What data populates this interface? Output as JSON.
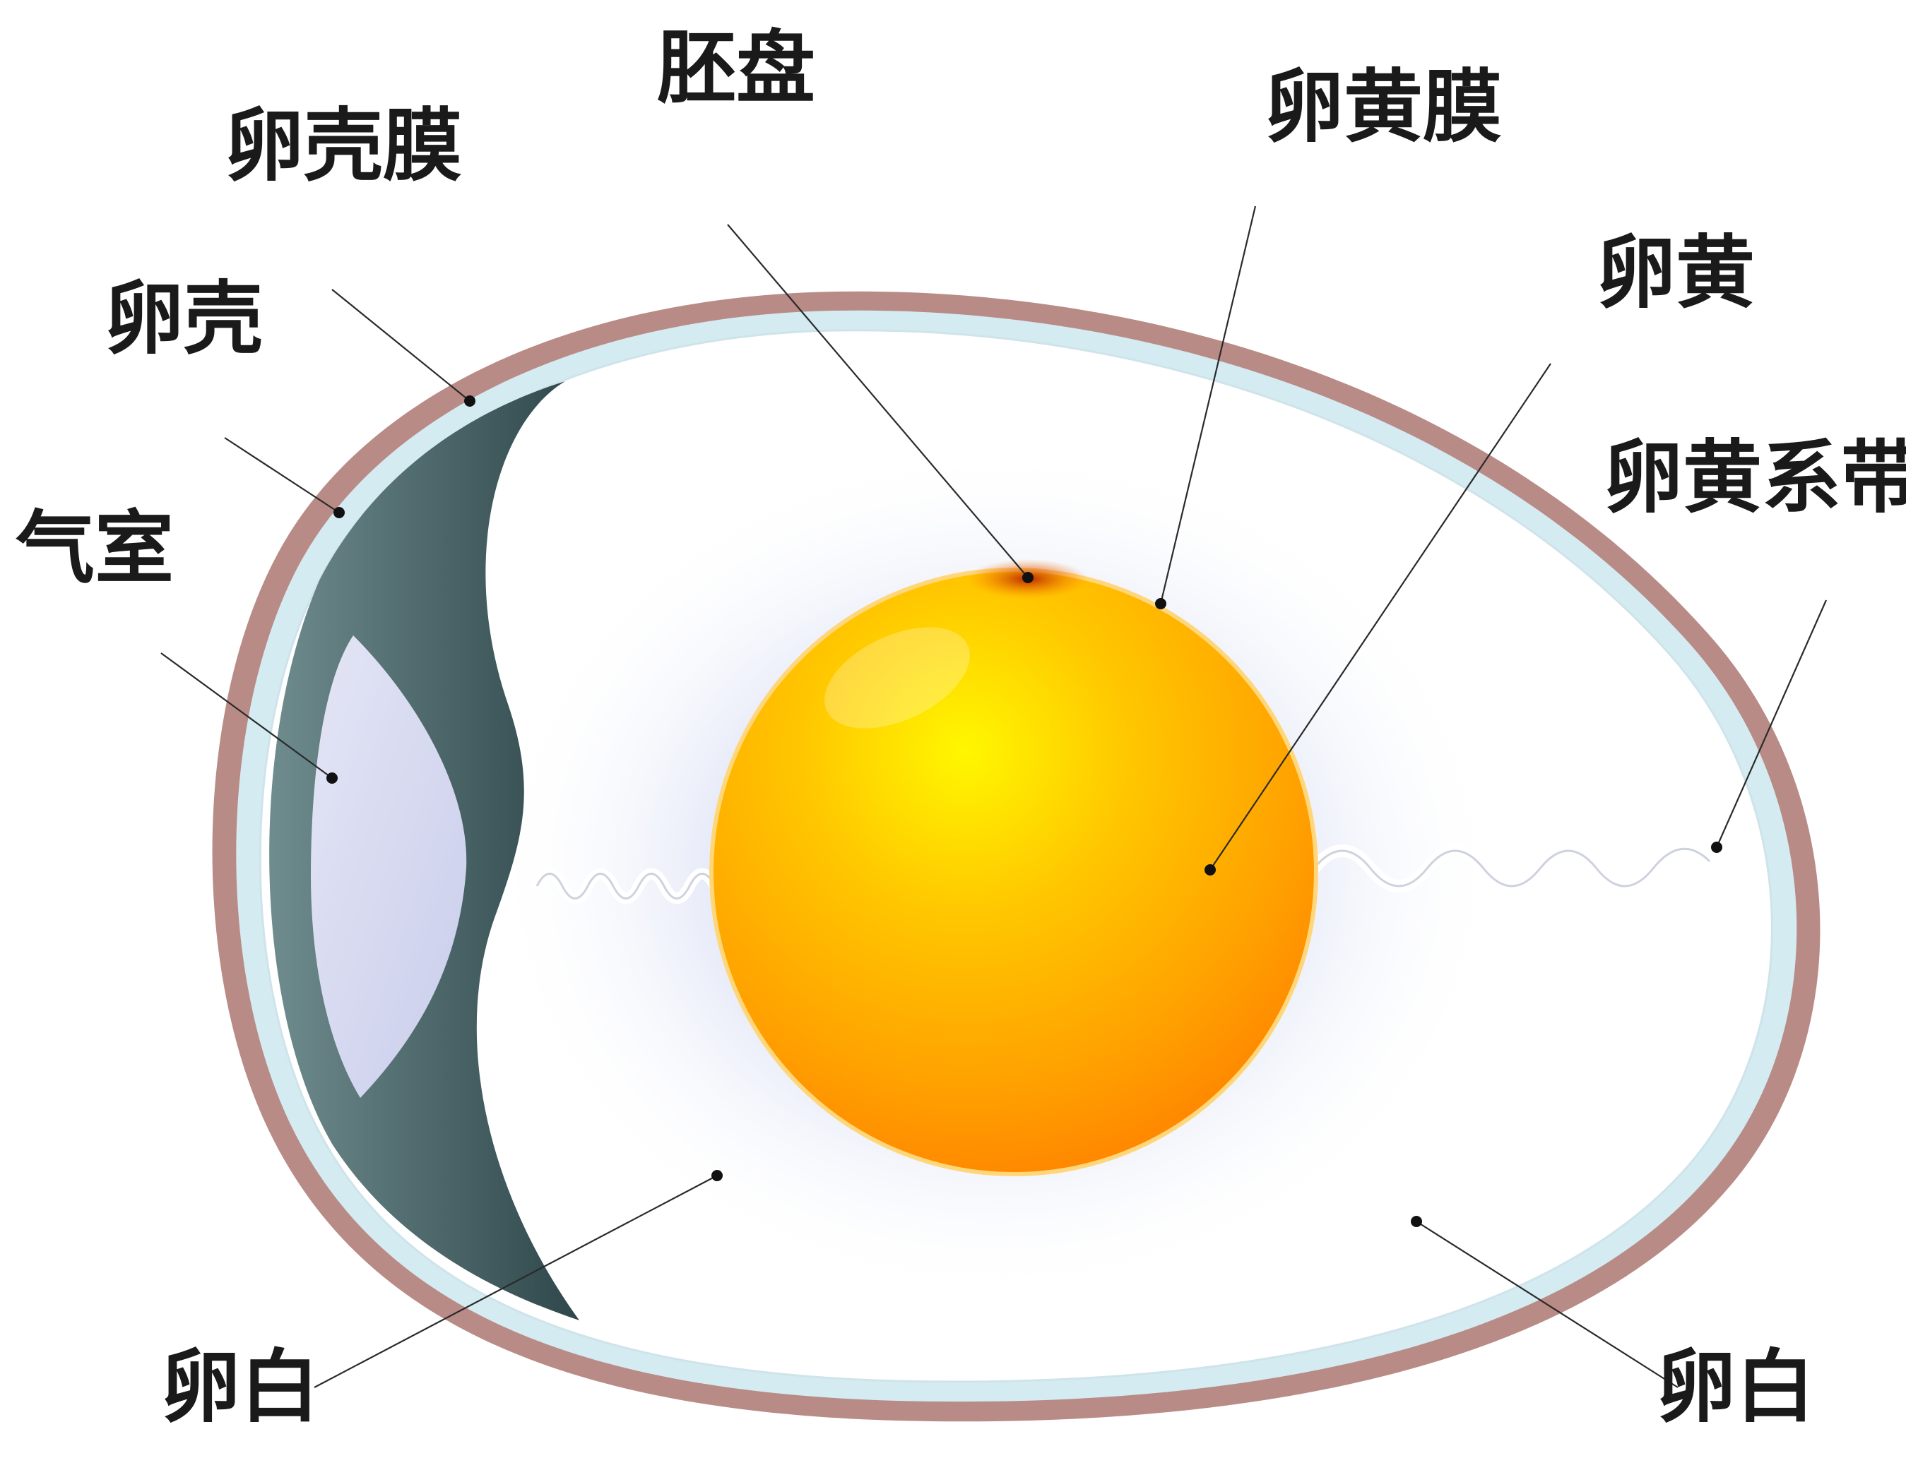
{
  "labels": {
    "embryo_disc": "胚盘",
    "vitelline_membrane": "卵黄膜",
    "shell_membrane": "卵壳膜",
    "yolk": "卵黄",
    "shell": "卵壳",
    "chalaza": "卵黄系带",
    "air_cell": "气室",
    "albumen_left": "卵白",
    "albumen_right": "卵白"
  },
  "colors": {
    "shell": "#b88a85",
    "shell_membrane": "#cfe8f0",
    "air_cell_wall": "#3f5b5f",
    "air_cell": "#d8dbf2",
    "yolk_light": "#fff200",
    "yolk_dark": "#ff8c00",
    "embryo_disc": "#c03000"
  }
}
